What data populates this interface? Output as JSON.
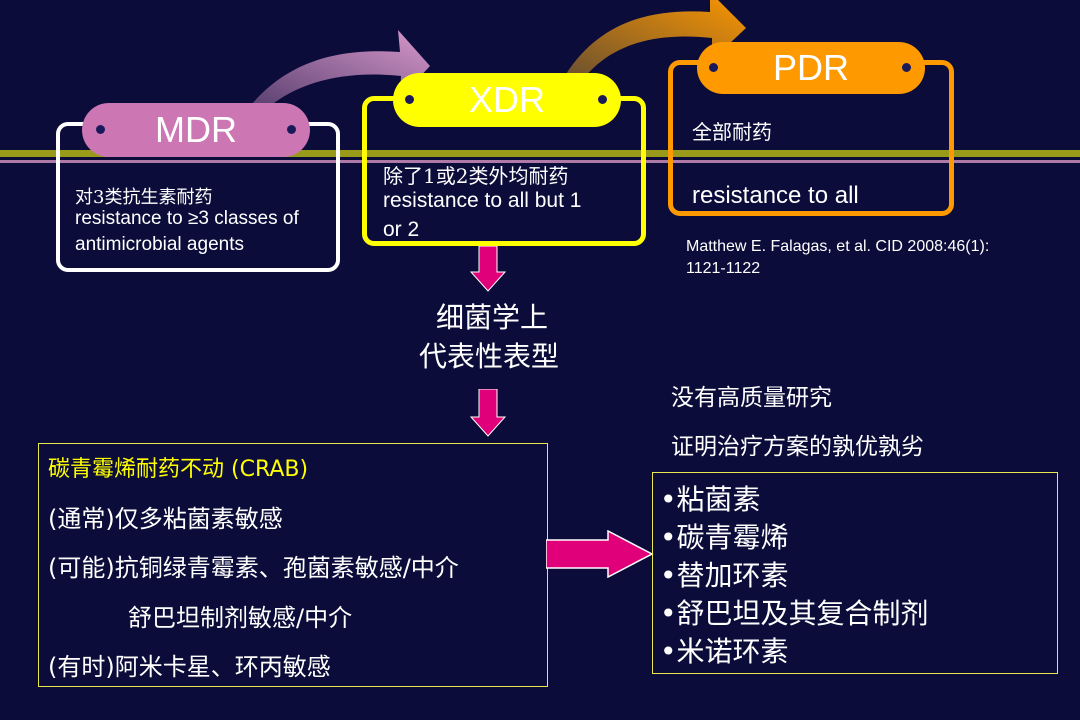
{
  "stages": {
    "mdr": {
      "label": "MDR",
      "zh": "对3类抗生素耐药",
      "en_line1": "resistance to ≥3 classes of",
      "en_line2": "antimicrobial agents",
      "color": "#cc77b4"
    },
    "xdr": {
      "label": "XDR",
      "zh": "除了1或2类外均耐药",
      "en_line1": "resistance to all but 1",
      "en_line2": "or 2",
      "color": "#ffff00"
    },
    "pdr": {
      "label": "PDR",
      "zh": "全部耐药",
      "en_line1": "resistance to all",
      "color": "#ff9900"
    }
  },
  "citation": {
    "line1": "Matthew E. Falagas, et al. CID 2008:46(1):",
    "line2": "1121-1122"
  },
  "phenotype": {
    "line1": "细菌学上",
    "line2": "代表性表型"
  },
  "crab": {
    "title": "碳青霉烯耐药不动 (CRAB)",
    "line1": "(通常)仅多粘菌素敏感",
    "line2": "(可能)抗铜绿青霉素、孢菌素敏感/中介",
    "line3": "舒巴坦制剂敏感/中介",
    "line4": "(有时)阿米卡星、环丙敏感"
  },
  "evidence": {
    "line1": "没有高质量研究",
    "line2": "证明治疗方案的孰优孰劣"
  },
  "treatments": [
    "•粘菌素",
    "•碳青霉烯",
    "•替加环素",
    "•舒巴坦及其复合制剂",
    "•米诺环素"
  ],
  "colors": {
    "background": "#0b0c3a",
    "arrow": "#e0007a",
    "crab_title": "#ffff00",
    "box_border": "#e8e84a"
  }
}
